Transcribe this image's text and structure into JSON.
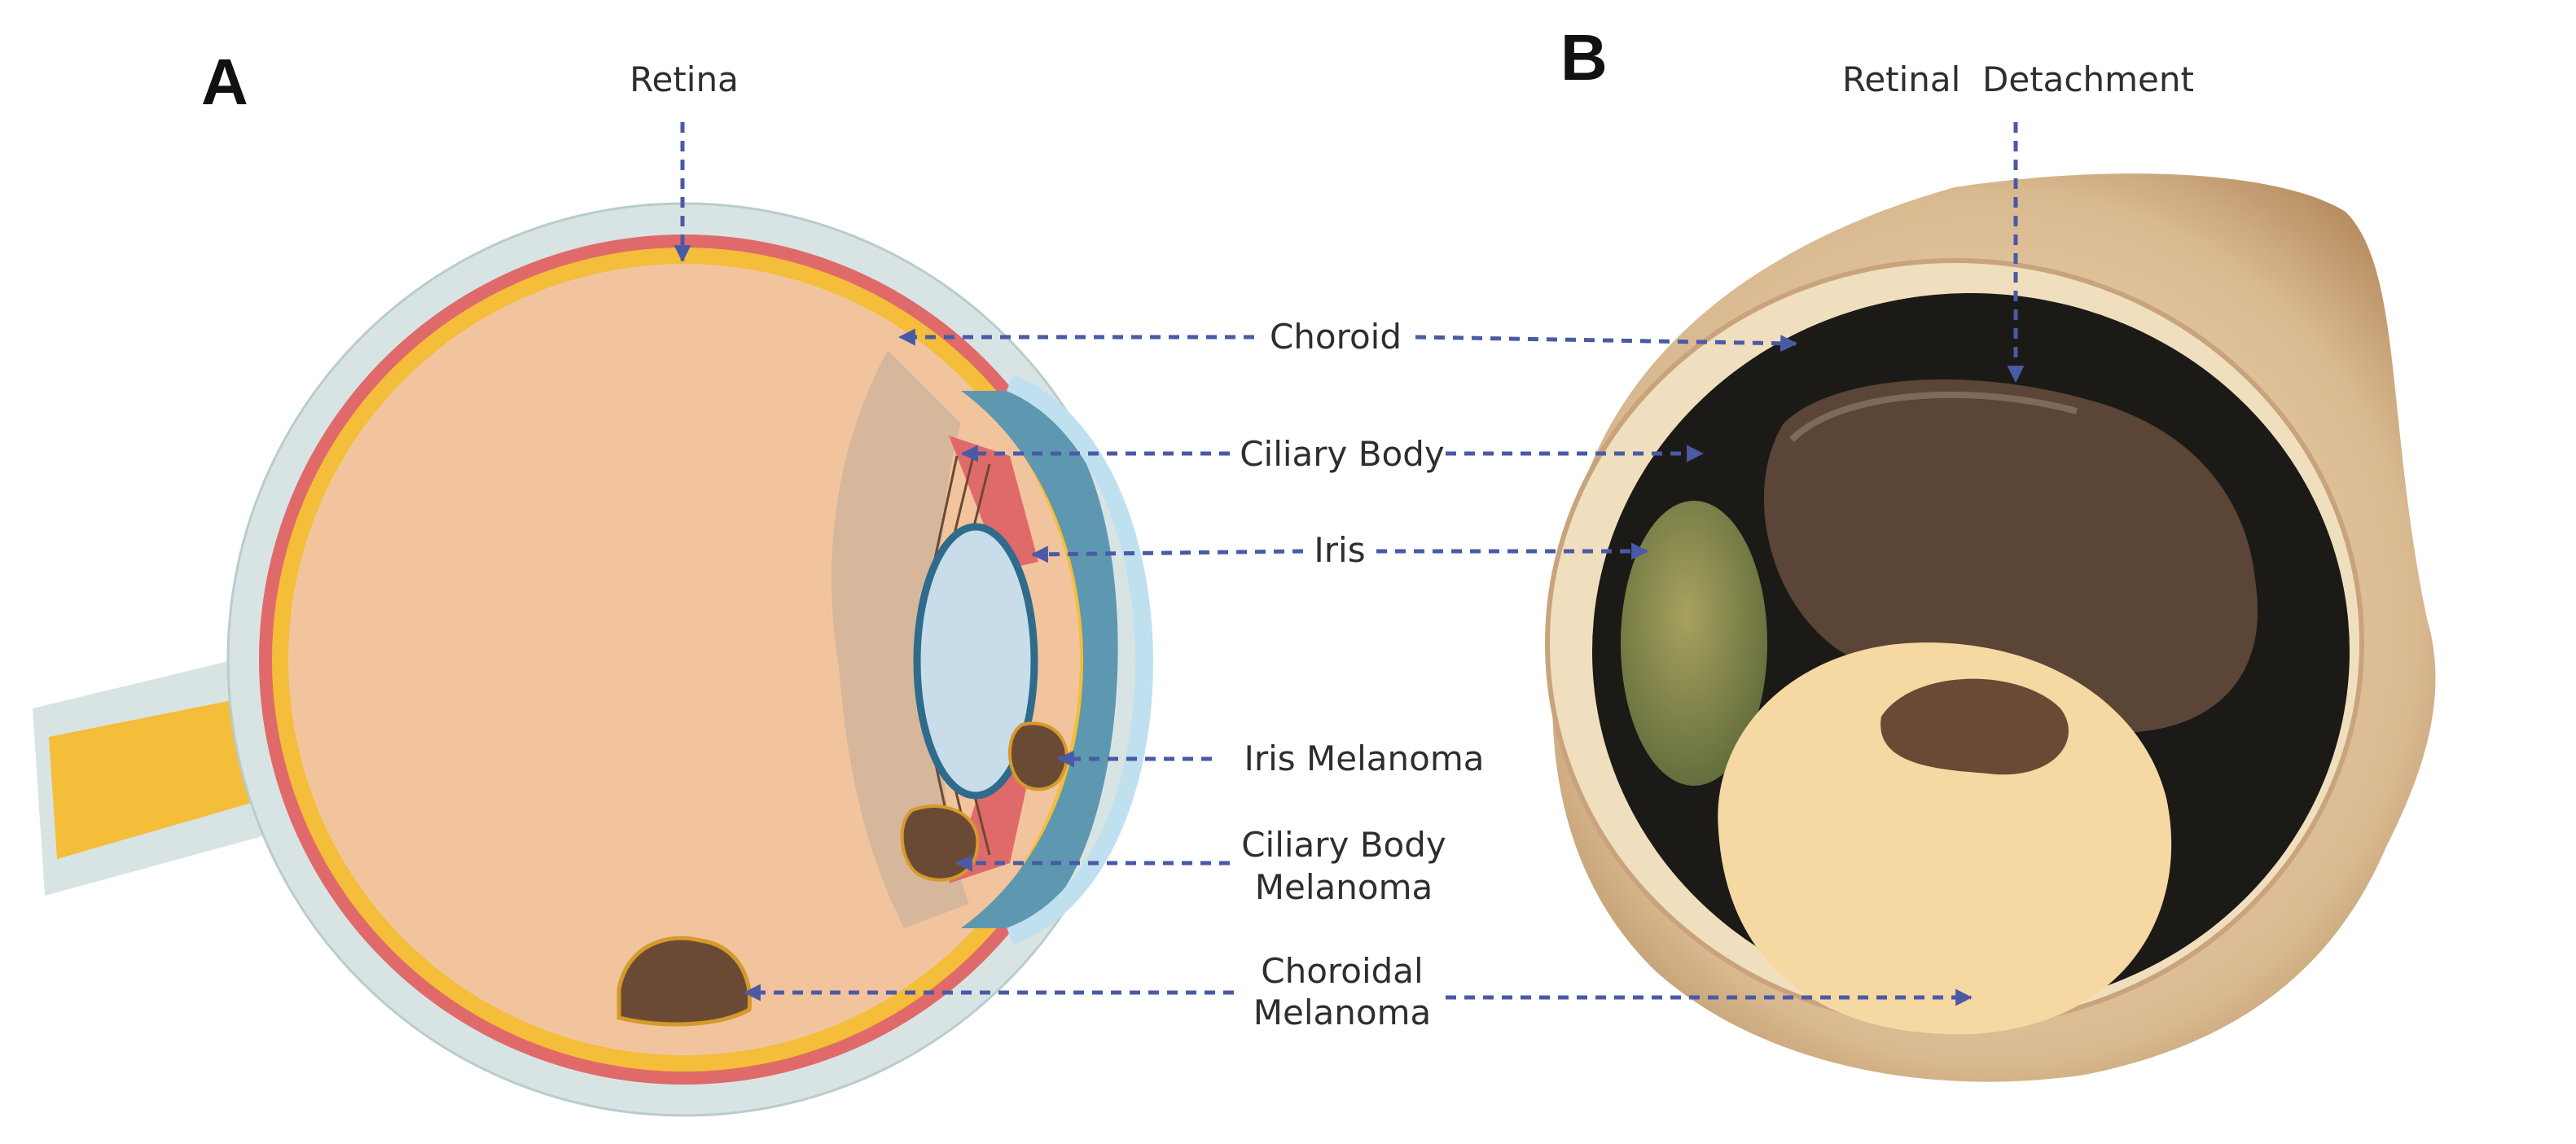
{
  "panels": {
    "a": "A",
    "b": "B"
  },
  "labels": {
    "retina": "Retina",
    "retinal_detachment": "Retinal  Detachment",
    "choroid": "Choroid",
    "ciliary_body": "Ciliary Body",
    "iris": "Iris",
    "iris_melanoma": "Iris Melanoma",
    "ciliary_body_melanoma": [
      "Ciliary Body",
      "Melanoma"
    ],
    "choroidal_melanoma": [
      "Choroidal",
      "Melanoma"
    ]
  },
  "colors": {
    "sclera": "#d8e4e4",
    "choroid": "#e06a6a",
    "retina": "#f4bd3a",
    "vitreous": "#f2c49e",
    "lens": "#c8dcea",
    "cornea": "#5e98b0",
    "tumor": "#6b4a35",
    "pointer": "#4a5aa6"
  }
}
